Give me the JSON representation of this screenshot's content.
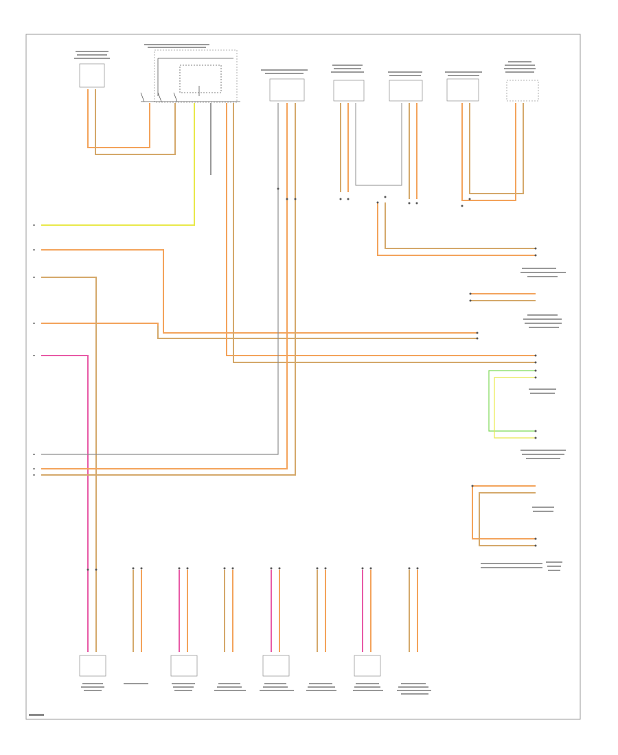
{
  "colors": {
    "orange": "#f3a35b",
    "tan": "#d4a86a",
    "brown": "#b07f3f",
    "pink": "#e85aa6",
    "yellow": "#e8e84a",
    "green": "#7ed957",
    "gray": "#8c8c8c",
    "black": "#333333"
  },
  "footer": {
    "code": ""
  },
  "left_labels": [
    {
      "id": "yel",
      "text": ""
    },
    {
      "id": "org1",
      "text": ""
    },
    {
      "id": "org2",
      "text": ""
    },
    {
      "id": "org3",
      "text": ""
    },
    {
      "id": "pnk",
      "text": ""
    },
    {
      "id": "gry",
      "text": ""
    },
    {
      "id": "org4",
      "text": ""
    },
    {
      "id": "org5",
      "text": ""
    }
  ],
  "modules_top": [
    "",
    "",
    "",
    "",
    "",
    "",
    ""
  ],
  "modules_right": [
    "",
    "",
    "",
    "",
    "",
    ""
  ],
  "modules_bottom": [
    "",
    "",
    "",
    "",
    "",
    "",
    "",
    ""
  ],
  "ground_label": ""
}
